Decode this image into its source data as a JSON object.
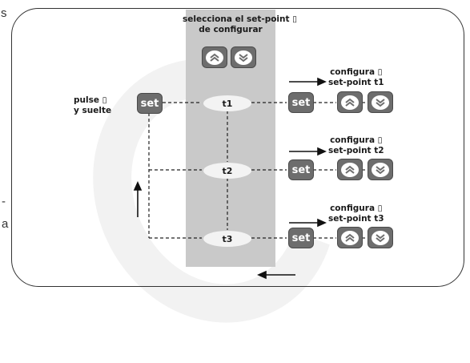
{
  "side_text": {
    "top": "s",
    "middle": "-",
    "bottom": "a"
  },
  "header": {
    "line1": "selecciona el set-point ▯",
    "line2": "de configurar"
  },
  "pulse": {
    "line1": "pulse ▯",
    "line2": "y suelte"
  },
  "buttons": {
    "set": "set",
    "up_icon": "chevron-double-up-icon",
    "down_icon": "chevron-double-down-icon"
  },
  "setpoints": [
    {
      "node": "t1",
      "line1": "configura ▯",
      "line2": "set-point t1"
    },
    {
      "node": "t2",
      "line1": "configura ▯",
      "line2": "set-point t2"
    },
    {
      "node": "t3",
      "line1": "configura ▯",
      "line2": "set-point t3"
    }
  ],
  "colors": {
    "band": "#c9c9c9",
    "button": "#6d6d6d",
    "line": "#222222"
  }
}
